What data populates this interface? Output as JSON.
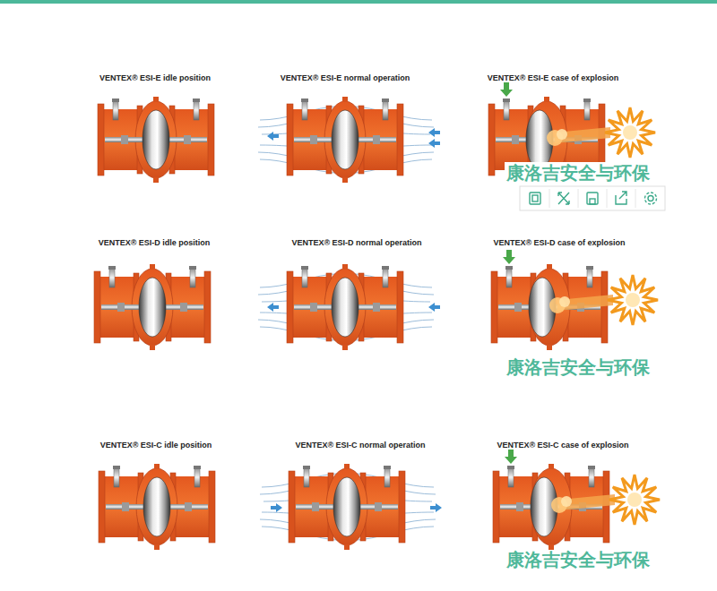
{
  "diagram": {
    "labels": [
      "VENTEX® ESI-E idle position",
      "VENTEX® ESI-E normal operation",
      "VENTEX® ESI-E case of explosion",
      "康洛吉安全与环保",
      "VENTEX® ESI-D idle position",
      "VENTEX® ESI-D normal operation",
      "VENTEX® ESI-D case of explosion",
      "康洛吉安全与环保",
      "VENTEX® ESI-C idle position",
      "VENTEX® ESI-C normal operation",
      "VENTEX® ESI-C case of explosion",
      "康洛吉安全与环保"
    ]
  }
}
